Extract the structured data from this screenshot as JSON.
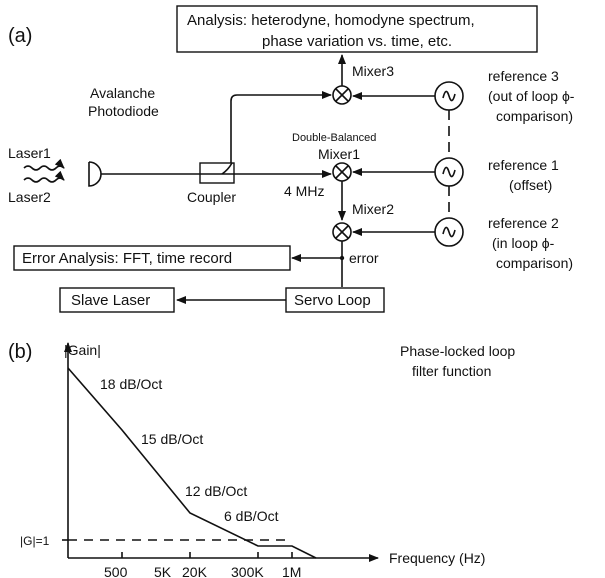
{
  "panel_a": {
    "label": "(a)",
    "analysis_line1": "Analysis:   heterodyne, homodyne spectrum,",
    "analysis_line2": "phase variation vs. time, etc.",
    "mixer3": "Mixer3",
    "mixer1_line1": "Double-Balanced",
    "mixer1_line2": "Mixer1",
    "mixer2": "Mixer2",
    "laser1": "Laser1",
    "laser2": "Laser2",
    "apd_line1": "Avalanche",
    "apd_line2": "Photodiode",
    "coupler": "Coupler",
    "freq_4mhz": "4 MHz",
    "error_label": "error",
    "error_analysis": "Error Analysis:  FFT, time record",
    "slave_laser": "Slave Laser",
    "servo_loop": "Servo Loop",
    "ref3_line1": "reference 3",
    "ref3_line2": "(out of loop ϕ-",
    "ref3_line3": "comparison)",
    "ref1_line1": "reference  1",
    "ref1_line2": "(offset)",
    "ref2_line1": "reference  2",
    "ref2_line2": "(in loop ϕ-",
    "ref2_line3": "comparison)"
  },
  "panel_b": {
    "label": "(b)",
    "ylabel": "|Gain|",
    "xlabel": "Frequency (Hz)",
    "unity_label": "|G|=1",
    "title_line1": "Phase-locked    loop",
    "title_line2": "filter   function",
    "slope1": "18 dB/Oct",
    "slope2": "15 dB/Oct",
    "slope3": "12 dB/Oct",
    "slope4": "6 dB/Oct",
    "ticks": [
      "500",
      "5K",
      "20K",
      "300K",
      "1M"
    ]
  }
}
